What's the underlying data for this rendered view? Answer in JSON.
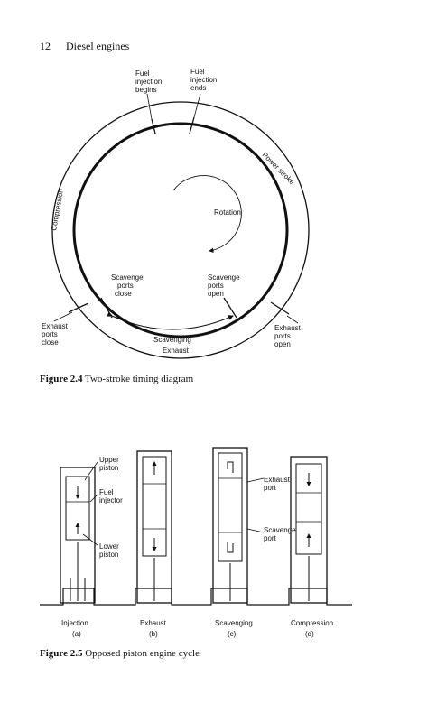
{
  "header": {
    "page_number": "12",
    "running_title": "Diesel engines"
  },
  "figure_2_4": {
    "caption_label": "Figure 2.4",
    "caption_text": "Two-stroke timing diagram",
    "labels": {
      "fuel_begins": [
        "Fuel",
        "injection",
        "begins"
      ],
      "fuel_ends": [
        "Fuel",
        "injection",
        "ends"
      ],
      "power_stroke": "Power stroke",
      "compression": "Compression",
      "rotation": "Rotation",
      "scav_close": [
        "Scavenge",
        "ports",
        "close"
      ],
      "scav_open": [
        "Scavenge",
        "ports",
        "open"
      ],
      "exh_close": [
        "Exhaust",
        "ports",
        "close"
      ],
      "exh_open": [
        "Exhaust",
        "ports",
        "open"
      ],
      "scavenging": "Scavenging",
      "exhaust": "Exhaust"
    }
  },
  "figure_2_5": {
    "caption_label": "Figure 2.5",
    "caption_text": "Opposed piston engine cycle",
    "annotations": {
      "upper_piston": [
        "Upper",
        "piston"
      ],
      "fuel_injector": [
        "Fuel",
        "injector"
      ],
      "lower_piston": [
        "Lower",
        "piston"
      ],
      "exhaust_port": [
        "Exhaust",
        "port"
      ],
      "scavenge_port": [
        "Scavenge",
        "port"
      ]
    },
    "panels": [
      {
        "name": "Injection",
        "letter": "(a)"
      },
      {
        "name": "Exhaust",
        "letter": "(b)"
      },
      {
        "name": "Scavenging",
        "letter": "(c)"
      },
      {
        "name": "Compression",
        "letter": "(d)"
      }
    ]
  }
}
